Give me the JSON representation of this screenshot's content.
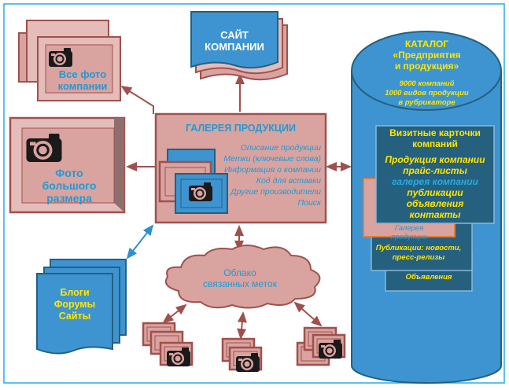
{
  "colors": {
    "pink": "#d9a3a0",
    "brown": "#a0504c",
    "blue": "#3d94d1",
    "dark": "#25607f",
    "cyan_text": "#1e9ad6",
    "yellow_text": "#ffe600",
    "frame": "#29abe2"
  },
  "all_photos": {
    "label_line1": "Все фото",
    "label_line2": "компании",
    "icon": "camera-icon"
  },
  "big_photo": {
    "label_line1": "Фото",
    "label_line2": "большого",
    "label_line3": "размера",
    "icon": "camera-icon"
  },
  "company_site": {
    "line1": "САЙТ",
    "line2": "КОМПАНИИ"
  },
  "gallery": {
    "title": "ГАЛЕРЕЯ ПРОДУКЦИИ",
    "items": [
      "Описание продукции",
      "Метки (ключевые слова)",
      "Информация о компании",
      "Код для вставки",
      "Другие производители",
      "Поиск"
    ]
  },
  "catalog": {
    "title1": "КАТАЛОГ",
    "title2": "«Предприятия",
    "title3": "и продукция»",
    "stat1": "9000 компаний",
    "stat2": "1000 видов продукции",
    "stat3": "в рубрикаторе",
    "card": {
      "title1": "Визитные карточки",
      "title2": "компаний",
      "l1": "Продукция компании",
      "l2": "прайс-листы",
      "l3": "галерея компании",
      "l4": "публикации",
      "l5": "объявления",
      "l6": "контакты"
    },
    "gallery_card": {
      "l1": "Галерея",
      "l2": "продукции"
    },
    "pubs_card": {
      "l1": "Публикации: новости,",
      "l2": "пресс-релизы"
    },
    "ads_card": "Объявления"
  },
  "blogs": {
    "l1": "Блоги",
    "l2": "Форумы",
    "l3": "Сайты"
  },
  "cloud": {
    "l1": "Облако",
    "l2": "связанных  меток"
  }
}
